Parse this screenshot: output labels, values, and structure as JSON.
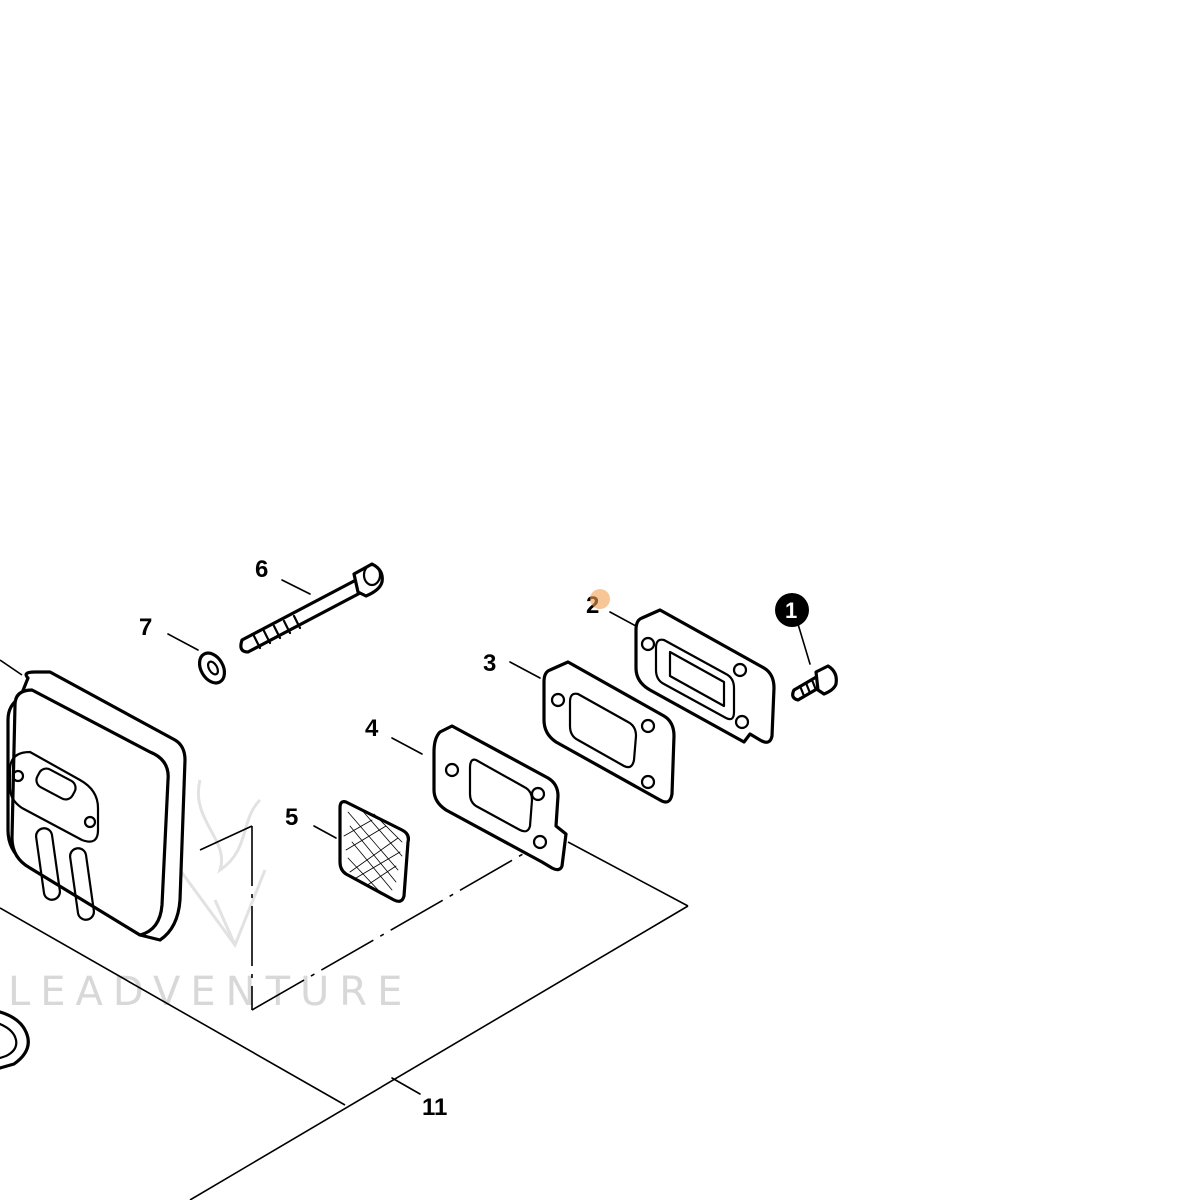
{
  "watermark": {
    "text": "LEADVENTURE"
  },
  "callouts": {
    "c1": "1",
    "c2": "2",
    "c3": "3",
    "c4": "4",
    "c5": "5",
    "c6": "6",
    "c7": "7",
    "c11": "11"
  },
  "colors": {
    "line": "#000000",
    "background": "#ffffff",
    "watermark": "#d8d8d8",
    "marker": "#f0a050"
  }
}
